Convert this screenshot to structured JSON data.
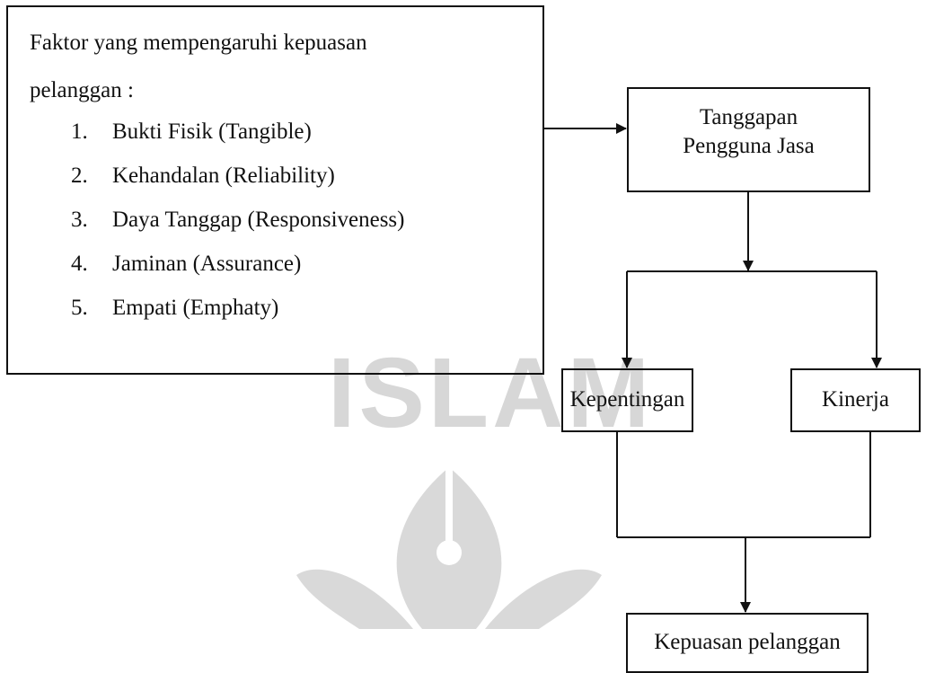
{
  "watermark": {
    "text": "ISLAM"
  },
  "factors": {
    "heading_line1": "Faktor yang mempengaruhi kepuasan",
    "heading_line2": "pelanggan :",
    "items": [
      {
        "num": "1.",
        "label": "Bukti Fisik (Tangible)"
      },
      {
        "num": "2.",
        "label": "Kehandalan (Reliability)"
      },
      {
        "num": "3.",
        "label": "Daya Tanggap (Responsiveness)"
      },
      {
        "num": "4.",
        "label": "Jaminan (Assurance)"
      },
      {
        "num": "5.",
        "label": "Empati (Emphaty)"
      }
    ]
  },
  "response": {
    "line1": "Tanggapan",
    "line2": "Pengguna Jasa"
  },
  "importance": {
    "label": "Kepentingan"
  },
  "performance": {
    "label": "Kinerja"
  },
  "satisfaction": {
    "label": "Kepuasan pelanggan"
  }
}
